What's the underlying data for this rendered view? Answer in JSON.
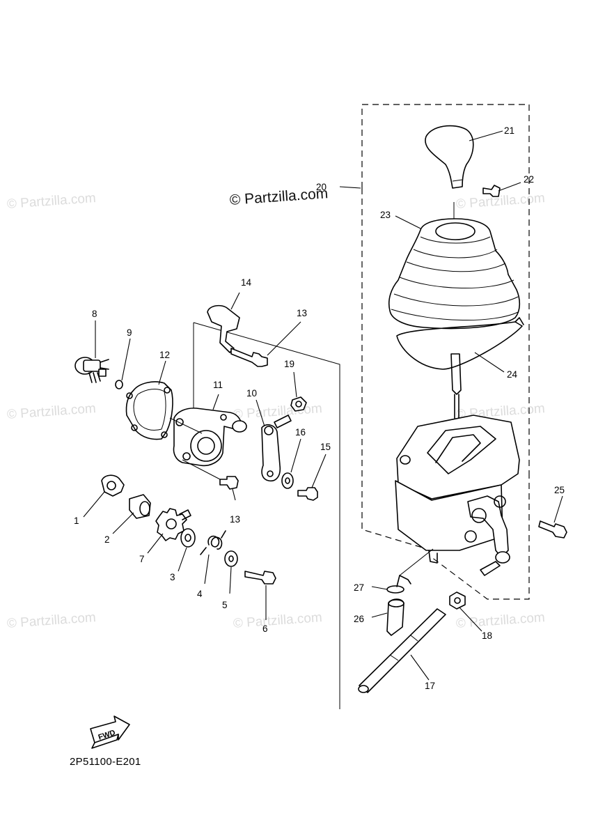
{
  "watermark": {
    "text": "© Partzilla.com"
  },
  "brand": {
    "text": "© Partzilla.com"
  },
  "diagram_code": "2P51100-E201",
  "fwd_label": "FWD",
  "callouts": {
    "p1": "1",
    "p2": "2",
    "p3": "3",
    "p4": "4",
    "p5": "5",
    "p6": "6",
    "p7": "7",
    "p8": "8",
    "p9": "9",
    "p10": "10",
    "p11": "11",
    "p12": "12",
    "p13a": "13",
    "p13b": "13",
    "p14": "14",
    "p15": "15",
    "p16": "16",
    "p17": "17",
    "p18": "18",
    "p19": "19",
    "p20": "20",
    "p21": "21",
    "p22": "22",
    "p23": "23",
    "p24": "24",
    "p25": "25",
    "p26": "26",
    "p27": "27"
  }
}
